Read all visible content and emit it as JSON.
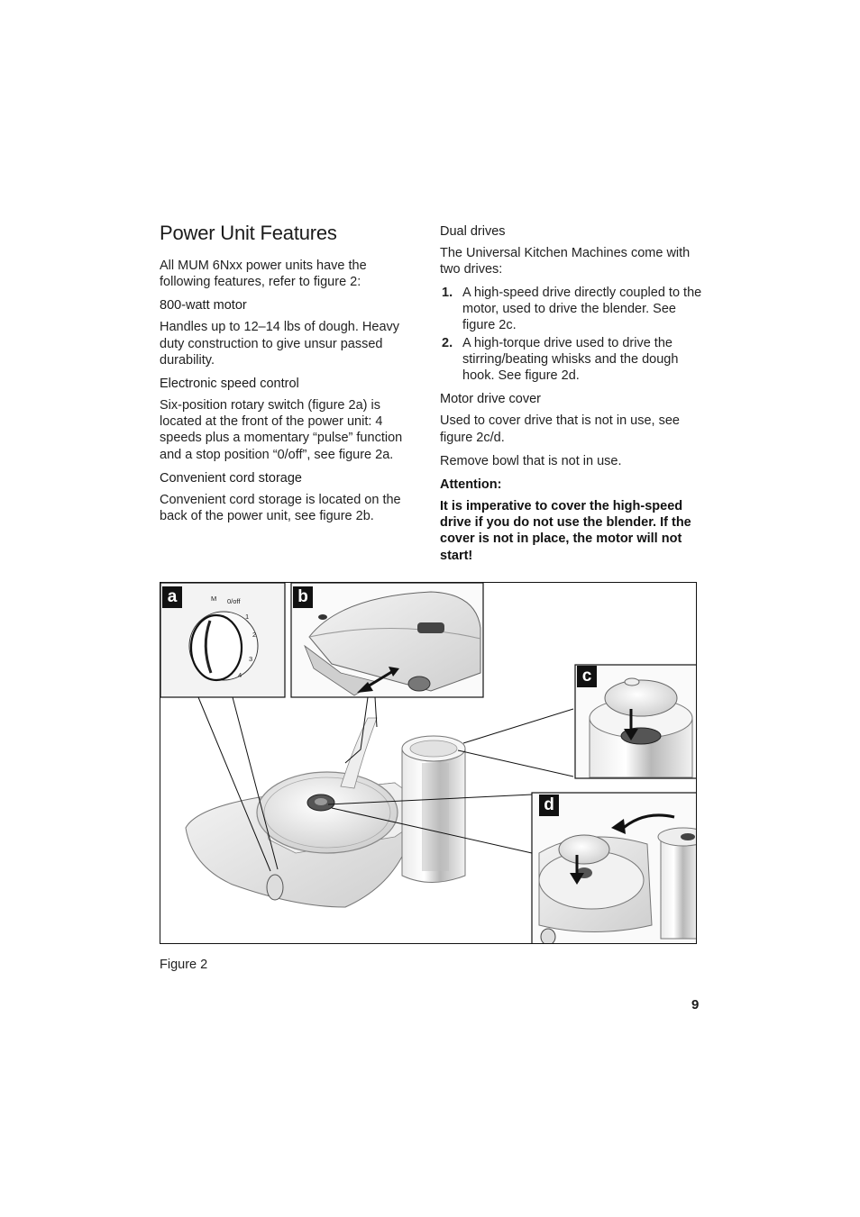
{
  "title": "Power Unit Features",
  "intro": "All MUM 6Nxx power units have the following features, refer to figure 2:",
  "sections_left": [
    {
      "heading": "800-watt motor",
      "body": "Handles up to 12–14 lbs of dough. Heavy duty construction to give unsur passed durability."
    },
    {
      "heading": "Electronic speed control",
      "body": "Six-position rotary switch (figure 2a) is located at the front of the power unit: 4 speeds plus a momentary “pulse” function and a stop position “0/off”, see figure 2a."
    },
    {
      "heading": "Convenient cord storage",
      "body": "Convenient cord storage is located on the back of the power unit, see figure 2b."
    }
  ],
  "dual_drives": {
    "heading": "Dual drives",
    "body": "The Universal Kitchen Machines come with two drives:",
    "items": [
      {
        "num": "1.",
        "text": "A high-speed drive directly coupled to the motor, used to drive the blender. See figure 2c."
      },
      {
        "num": "2.",
        "text": "A high-torque drive used to drive the stirring/beating whisks and the dough hook. See figure 2d."
      }
    ]
  },
  "motor_cover": {
    "heading": "Motor drive cover",
    "body1": "Used to cover drive that is not in use, see figure 2c/d.",
    "body2": "Remove bowl that is not in use."
  },
  "attention": {
    "heading": "Attention:",
    "body": "It is imperative to cover the high-speed drive if you do not use the blender. If the cover is not in place, the motor will not start!"
  },
  "figure": {
    "labels": {
      "a": "a",
      "b": "b",
      "c": "c",
      "d": "d"
    },
    "dial_marks": {
      "m": "M",
      "off": "0/off",
      "s1": "1",
      "s2": "2",
      "s3": "3",
      "s4": "4"
    }
  },
  "caption": "Figure 2",
  "page_number": "9"
}
